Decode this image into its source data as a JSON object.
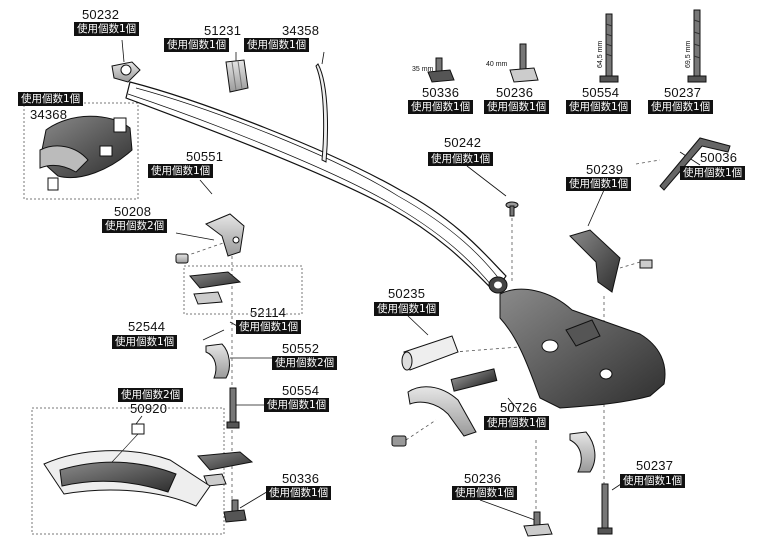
{
  "callouts": [
    {
      "id": "c-50232a",
      "number": "50232",
      "qty": "使用個数1個"
    },
    {
      "id": "c-51231",
      "number": "51231",
      "qty": "使用個数1個"
    },
    {
      "id": "c-34358",
      "number": "34358",
      "qty": "使用個数1個"
    },
    {
      "id": "c-34368",
      "number": "34368",
      "qty": "使用個数1個"
    },
    {
      "id": "c-50551",
      "number": "50551",
      "qty": "使用個数1個"
    },
    {
      "id": "c-50208",
      "number": "50208",
      "qty": "使用個数2個"
    },
    {
      "id": "c-52114",
      "number": "52114",
      "qty": "使用個数1個"
    },
    {
      "id": "c-52544",
      "number": "52544",
      "qty": "使用個数1個"
    },
    {
      "id": "c-50552",
      "number": "50552",
      "qty": "使用個数2個"
    },
    {
      "id": "c-50554b",
      "number": "50554",
      "qty": "使用個数1個"
    },
    {
      "id": "c-50920",
      "number": "50920",
      "qty": "使用個数2個"
    },
    {
      "id": "c-50336b",
      "number": "50336",
      "qty": "使用個数1個"
    },
    {
      "id": "c-50336a",
      "number": "50336",
      "qty": "使用個数1個"
    },
    {
      "id": "c-50236a",
      "number": "50236",
      "qty": "使用個数1個"
    },
    {
      "id": "c-50554a",
      "number": "50554",
      "qty": "使用個数1個"
    },
    {
      "id": "c-50237a",
      "number": "50237",
      "qty": "使用個数1個"
    },
    {
      "id": "c-50242",
      "number": "50242",
      "qty": "使用個数1個"
    },
    {
      "id": "c-50239",
      "number": "50239",
      "qty": "使用個数1個"
    },
    {
      "id": "c-50036",
      "number": "50036",
      "qty": "使用個数1個"
    },
    {
      "id": "c-50235",
      "number": "50235",
      "qty": "使用個数1個"
    },
    {
      "id": "c-50726",
      "number": "50726",
      "qty": "使用個数1個"
    },
    {
      "id": "c-50236b",
      "number": "50236",
      "qty": "使用個数1個"
    },
    {
      "id": "c-50237b",
      "number": "50237",
      "qty": "使用個数1個"
    }
  ],
  "dimensions": {
    "d35": "35 mm",
    "d40": "40 mm",
    "d645": "64,5 mm",
    "d695": "69,5 mm"
  },
  "colors": {
    "ink": "#111111",
    "paper": "#ffffff",
    "part_shade": "#d9d9d9",
    "part_dark": "#4a4a4a"
  }
}
